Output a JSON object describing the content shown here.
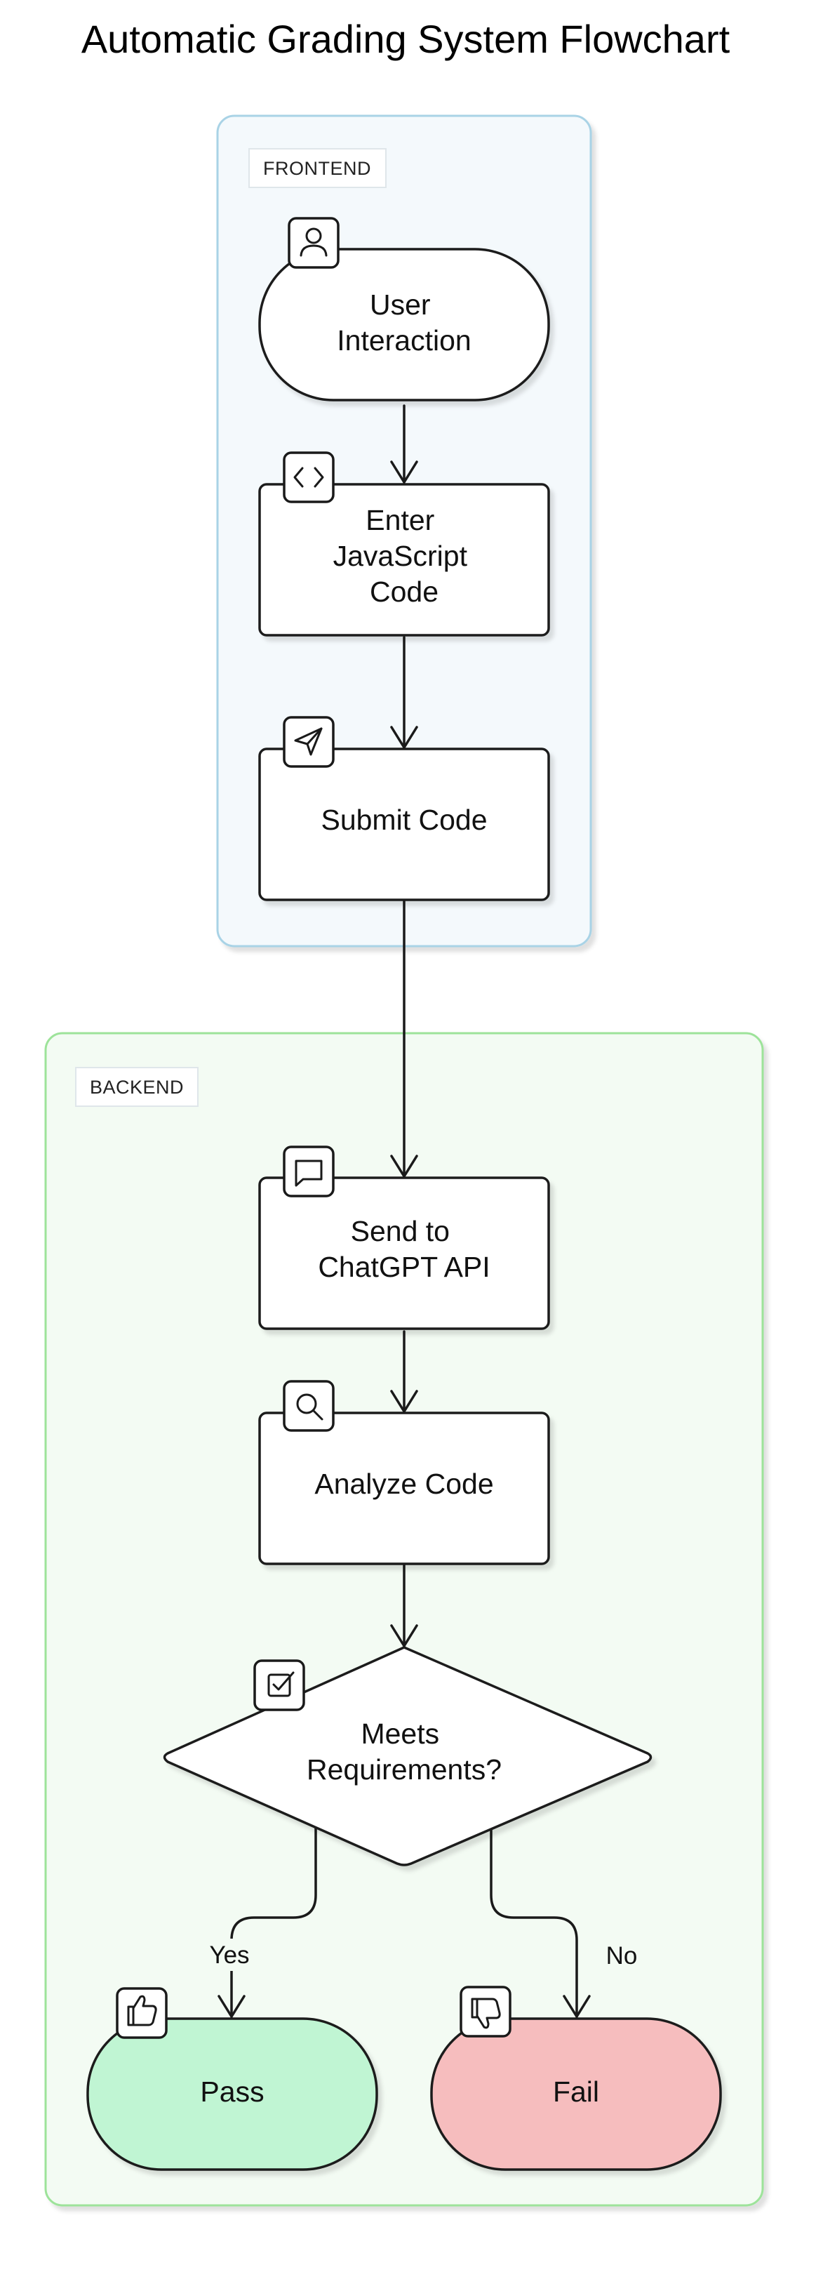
{
  "title": "Automatic Grading System Flowchart",
  "colors": {
    "frontend_fill": "#f4f9fc",
    "frontend_stroke": "#a9d3e6",
    "backend_fill": "#f3fbf3",
    "backend_stroke": "#9de39a",
    "pass_fill": "#c0f5d3",
    "fail_fill": "#f6bdbe",
    "node_fill": "#ffffff",
    "line": "#1a1a1a"
  },
  "clusters": {
    "frontend": {
      "label": "FRONTEND"
    },
    "backend": {
      "label": "BACKEND"
    }
  },
  "nodes": {
    "user_interaction": {
      "lines": [
        "User",
        "Interaction"
      ],
      "icon": "user-icon"
    },
    "enter_code": {
      "lines": [
        "Enter",
        "JavaScript",
        "Code"
      ],
      "icon": "code-icon"
    },
    "submit_code": {
      "lines": [
        "Submit Code"
      ],
      "icon": "send-icon"
    },
    "send_api": {
      "lines": [
        "Send to",
        "ChatGPT API"
      ],
      "icon": "message-icon"
    },
    "analyze_code": {
      "lines": [
        "Analyze Code"
      ],
      "icon": "search-icon"
    },
    "decision": {
      "lines": [
        "Meets",
        "Requirements?"
      ],
      "icon": "checkbox-icon"
    },
    "pass": {
      "lines": [
        "Pass"
      ],
      "icon": "thumbs-up-icon"
    },
    "fail": {
      "lines": [
        "Fail"
      ],
      "icon": "thumbs-down-icon"
    }
  },
  "edges": {
    "yes_label": "Yes",
    "no_label": "No"
  }
}
